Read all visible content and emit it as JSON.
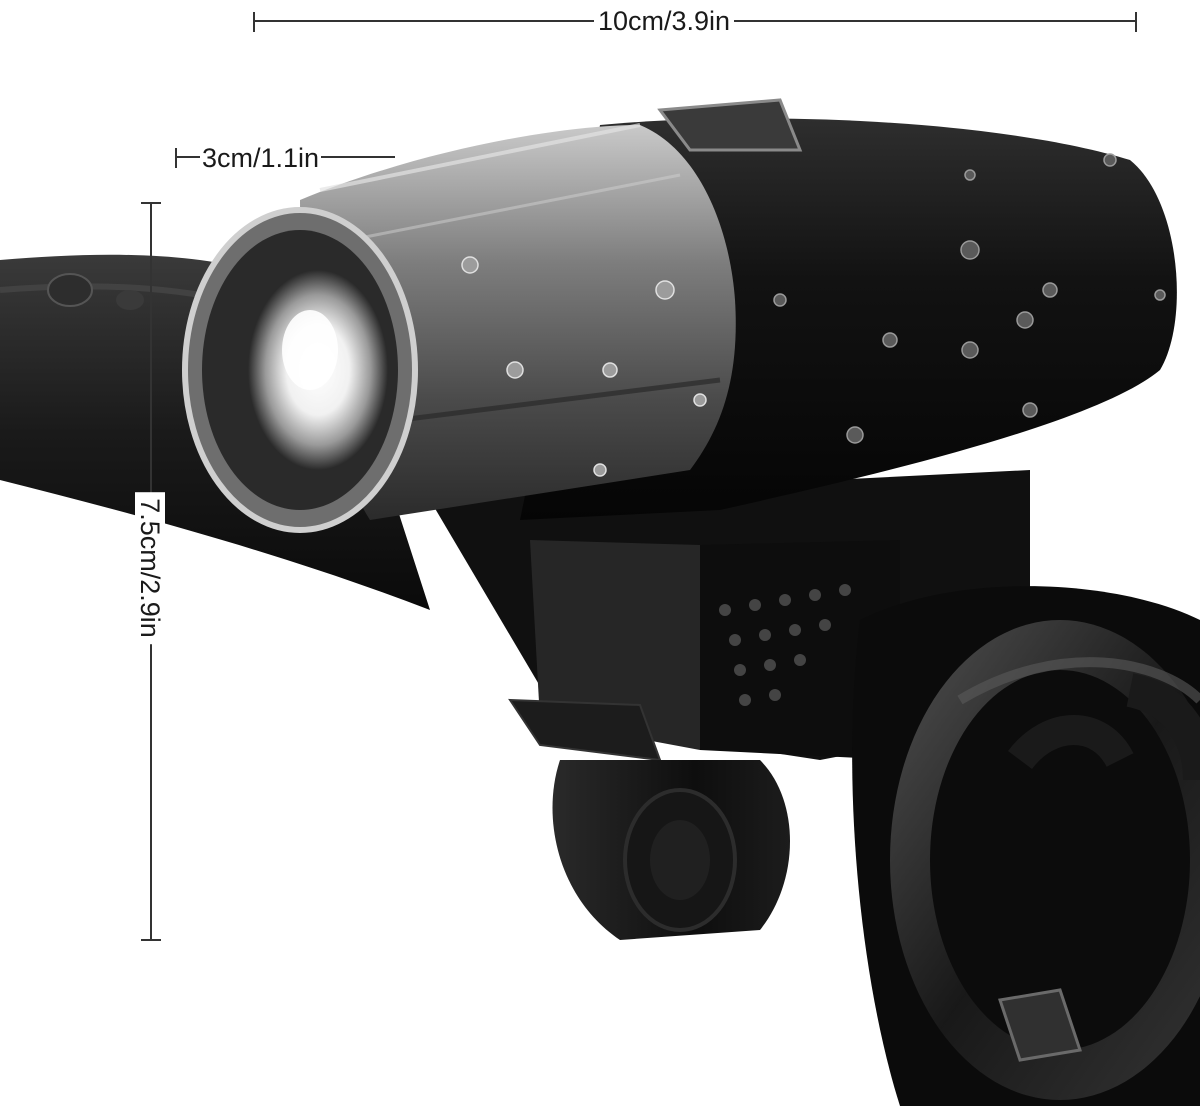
{
  "photo": {
    "subject": "bike-headlight-photo",
    "colors": {
      "background": "#ffffff",
      "body": "#151515",
      "metal": "#8a8a8a",
      "lens_glow": "#f4f4f4",
      "dimension_line": "#333333"
    }
  },
  "dimensions": {
    "width_label": "10cm/3.9in",
    "lens_label": "3cm/1.1in",
    "height_label": "7.5cm/2.9in"
  }
}
